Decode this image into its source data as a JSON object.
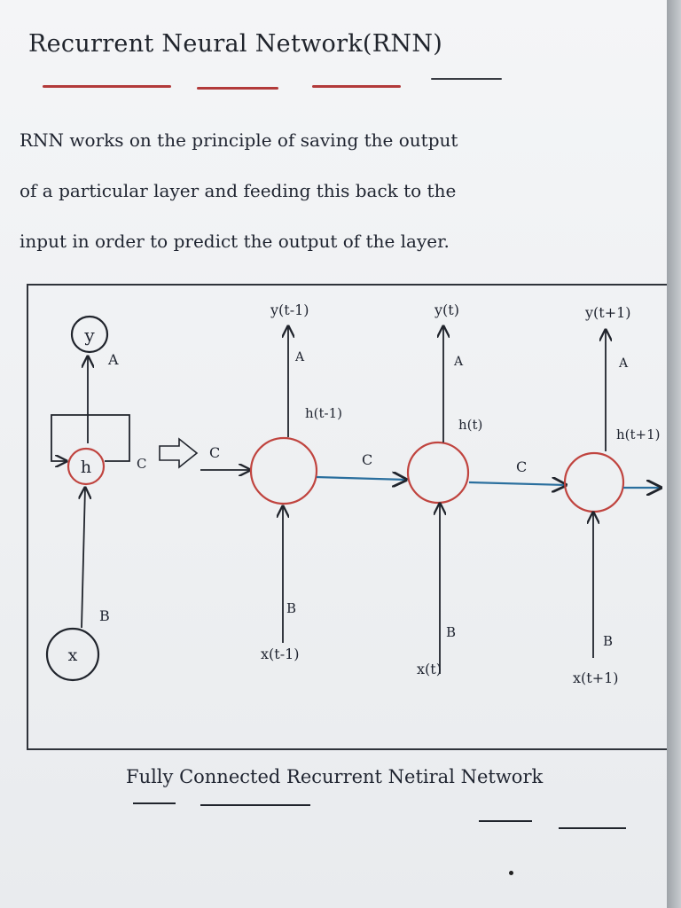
{
  "document": {
    "title": "Recurrent Neural Network(RNN)",
    "paragraph_lines": [
      "RNN works on the principle of saving the output",
      "of a particular layer and feeding this back to the",
      "input in order to predict the output of the layer."
    ],
    "caption": "Fully Connected Recurrent Netiral Network"
  },
  "diagram": {
    "folded": {
      "output_node": "y",
      "hidden_node": "h",
      "input_node": "x",
      "weight_output": "A",
      "weight_input": "B",
      "weight_recurrent": "C"
    },
    "unrolled_entry_label": "C",
    "steps": [
      {
        "output": "y(t-1)",
        "output_weight": "A",
        "hidden_state": "h(t-1)",
        "input": "x(t-1)",
        "input_weight": "B"
      },
      {
        "output": "y(t)",
        "output_weight": "A",
        "hidden_state": "h(t)",
        "input": "x(t)",
        "input_weight": "B"
      },
      {
        "output": "y(t+1)",
        "output_weight": "A",
        "hidden_state": "h(t+1)",
        "input": "x(t+1)",
        "input_weight": "B"
      }
    ],
    "recurrent_labels": [
      "C",
      "C"
    ],
    "colors": {
      "ink": "#20242c",
      "node_outline": "#c0443f",
      "link": "#2a6f9e"
    }
  }
}
